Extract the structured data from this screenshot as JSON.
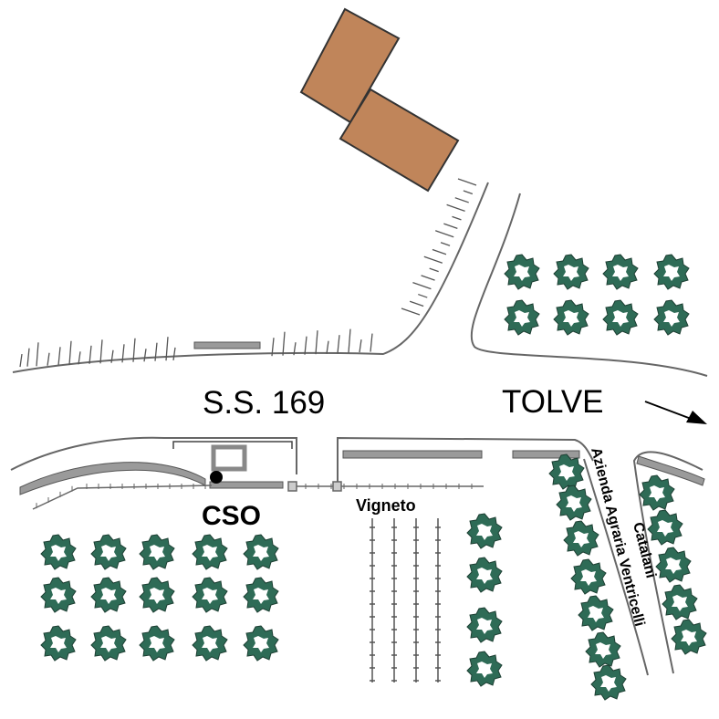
{
  "labels": {
    "road": "S.S. 169",
    "direction": "TOLVE",
    "station": "CSO",
    "vineyard": "Vigneto",
    "farm": "Azienda Agraria Ventricelli",
    "farm_road": "Catalani"
  },
  "icons": {
    "tree": "tree-canopy-icon",
    "arrow": "direction-arrow-icon",
    "building": "building-icon",
    "station_marker": "station-dot-icon"
  },
  "colors": {
    "building_fill": "#c0855a",
    "tree_fill": "#2e6b56",
    "road_line": "#666666",
    "strip_fill": "#9a9a9a",
    "background": "#ffffff"
  }
}
